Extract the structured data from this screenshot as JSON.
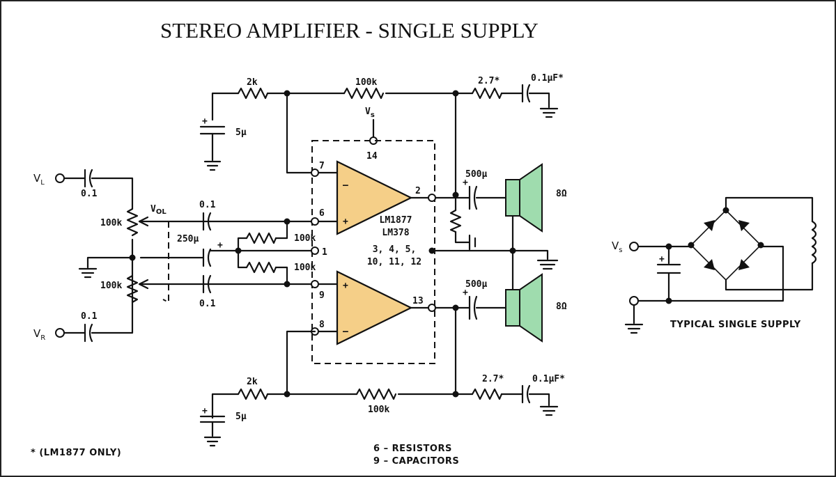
{
  "title": "STEREO AMPLIFIER - SINGLE SUPPLY",
  "labels": {
    "r_top_2k": "2k",
    "r_top_100k": "100k",
    "r_top_27": "2.7*",
    "c_top_01": "0.1μF*",
    "vs_top_main": "V",
    "vs_top_sub": "s",
    "pin14": "14",
    "c_top_5u": "5μ",
    "vl_main": "V",
    "vl_sub": "L",
    "vr_main": "V",
    "vr_sub": "R",
    "c_in_l": "0.1",
    "c_in_r": "0.1",
    "pot_l": "100k",
    "pot_r": "100k",
    "vol_main": "V",
    "vol_sub": "OL",
    "c_01_a": "0.1",
    "c_01_b": "0.1",
    "c_250": "250μ",
    "r_mid_a": "100k",
    "r_mid_b": "100k",
    "pin7": "7",
    "pin6": "6",
    "pin1": "1",
    "pin9": "9",
    "pin8": "8",
    "pin2": "2",
    "pin13": "13",
    "chip1": "LM1877",
    "chip2": "LM378",
    "gnd_pins1": "3, 4, 5,",
    "gnd_pins2": "10, 11, 12",
    "c_out_top": "500μ",
    "c_out_bot": "500μ",
    "spk_top": "8Ω",
    "spk_bot": "8Ω",
    "r_bot_2k": "2k",
    "r_bot_100k": "100k",
    "r_bot_27": "2.7*",
    "c_bot_01": "0.1μF*",
    "c_bot_5u": "5μ",
    "footnote": "* (LM1877 ONLY)",
    "count_resistors": "6 – RESISTORS",
    "count_capacitors": "9 – CAPACITORS",
    "vs_right_main": "V",
    "vs_right_sub": "s",
    "supply_caption": "TYPICAL SINGLE SUPPLY"
  }
}
